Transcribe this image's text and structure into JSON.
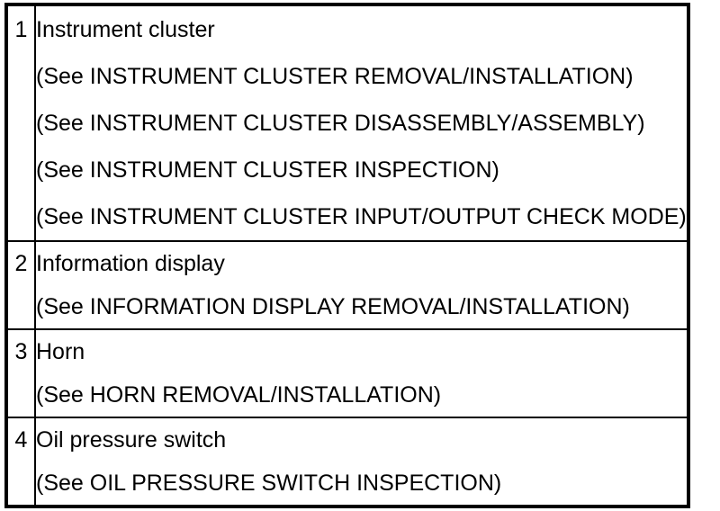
{
  "colors": {
    "border": "#000000",
    "background": "#ffffff",
    "text": "#000000"
  },
  "table": {
    "rows": [
      {
        "num": "1",
        "title": "Instrument cluster",
        "refs": [
          "(See INSTRUMENT CLUSTER REMOVAL/INSTALLATION)",
          "(See INSTRUMENT CLUSTER DISASSEMBLY/ASSEMBLY)",
          "(See INSTRUMENT CLUSTER INSPECTION)",
          "(See INSTRUMENT CLUSTER INPUT/OUTPUT CHECK MODE)"
        ]
      },
      {
        "num": "2",
        "title": "Information display",
        "refs": [
          "(See INFORMATION DISPLAY REMOVAL/INSTALLATION)"
        ]
      },
      {
        "num": "3",
        "title": "Horn",
        "refs": [
          "(See HORN REMOVAL/INSTALLATION)"
        ]
      },
      {
        "num": "4",
        "title": "Oil pressure switch",
        "refs": [
          "(See OIL PRESSURE SWITCH INSPECTION)"
        ]
      }
    ]
  }
}
